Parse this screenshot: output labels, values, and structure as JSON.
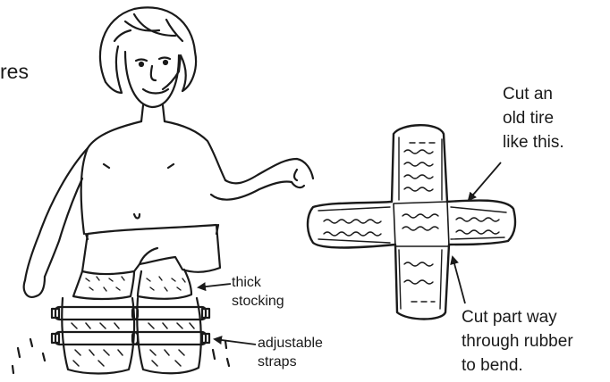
{
  "heading_fragment": "res",
  "labels": {
    "cut_tire": [
      "Cut an",
      "old tire",
      "like this."
    ],
    "cut_part": [
      "Cut part way",
      "through rubber",
      "to bend."
    ],
    "thick_stocking": [
      "thick",
      "stocking"
    ],
    "adjustable_straps": [
      "adjustable",
      "straps"
    ]
  },
  "colors": {
    "ink": "#1a1a1a",
    "background": "#ffffff"
  }
}
